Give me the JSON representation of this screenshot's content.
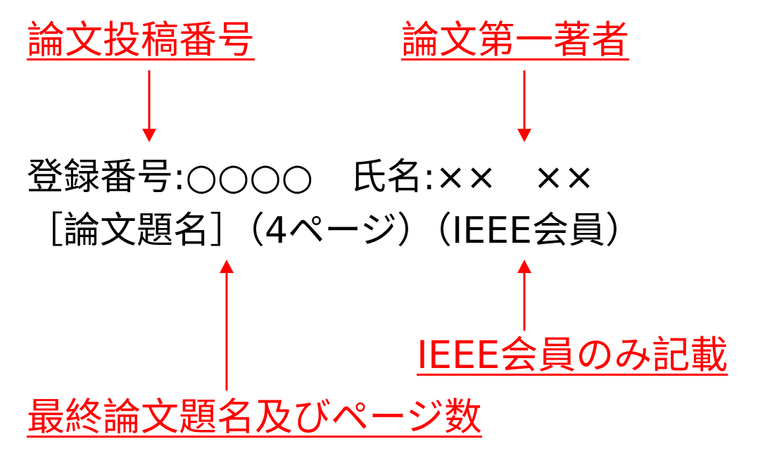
{
  "colors": {
    "annotation": "#ff0000",
    "text": "#000000",
    "background": "#ffffff"
  },
  "annotations": {
    "submission_number": "論文投稿番号",
    "first_author": "論文第一著者",
    "ieee_member_only": "IEEE会員のみ記載",
    "final_title_pages": "最終論文題名及びページ数"
  },
  "main_text": {
    "registration_line": "登録番号:○○○○　氏名:××　××",
    "title_line": "［論文題名］（4ページ）（IEEE会員）"
  }
}
